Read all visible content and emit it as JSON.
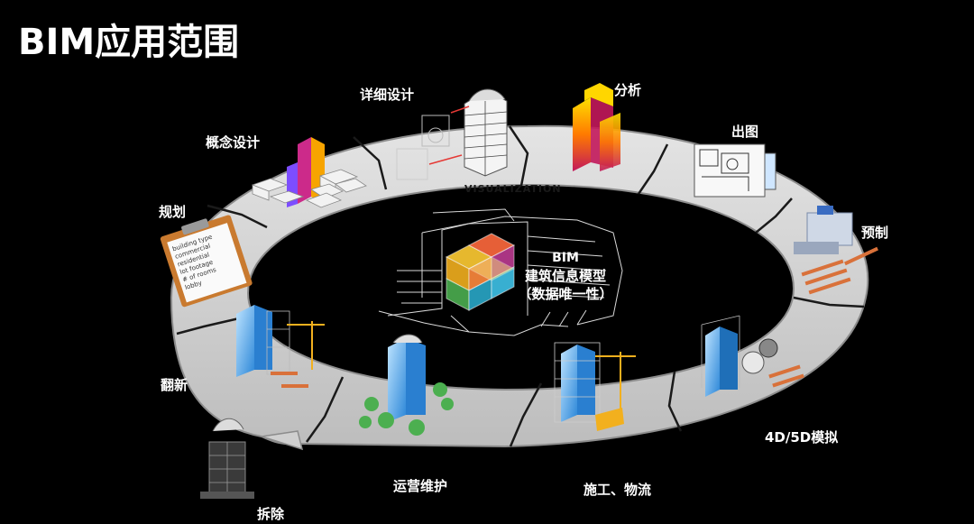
{
  "title": "BIM应用范围",
  "ring_label": "VISUALIZATION",
  "core": {
    "line1": "BIM",
    "line2": "建筑信息模型",
    "line3": "（数据唯一性）"
  },
  "stages": [
    {
      "id": "planning",
      "label": "规划"
    },
    {
      "id": "concept",
      "label": "概念设计"
    },
    {
      "id": "detail",
      "label": "详细设计"
    },
    {
      "id": "analysis",
      "label": "分析"
    },
    {
      "id": "drawing",
      "label": "出图"
    },
    {
      "id": "prefab",
      "label": "预制"
    },
    {
      "id": "sim",
      "label": "4D/5D模拟"
    },
    {
      "id": "construction",
      "label": "施工、物流"
    },
    {
      "id": "operation",
      "label": "运营维护"
    },
    {
      "id": "demolition",
      "label": "拆除"
    },
    {
      "id": "renovation",
      "label": "翻新"
    }
  ],
  "checklist": {
    "lines": [
      "building type",
      "commercial",
      "residential",
      "lot footage",
      "# of rooms",
      "lobby"
    ]
  },
  "colors": {
    "ring": "#d9d9d9",
    "ring_edge": "#9a9a9a",
    "background": "#000000",
    "text": "#ffffff"
  }
}
